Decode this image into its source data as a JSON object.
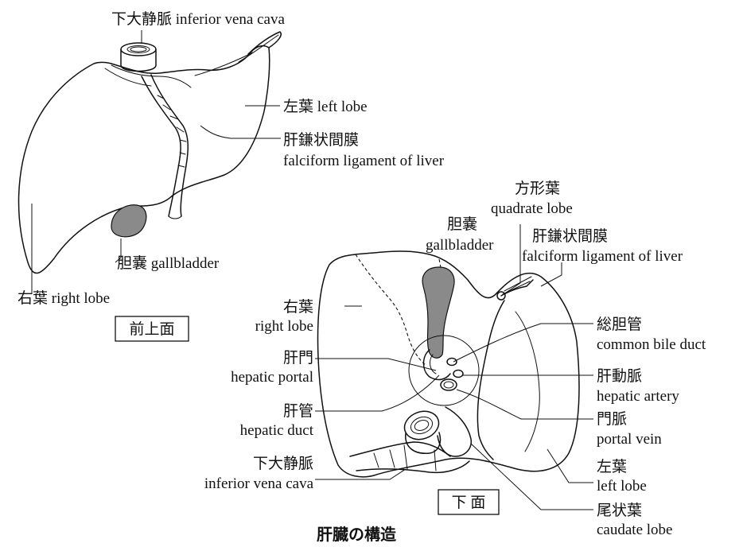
{
  "top_view": {
    "inferior_vena_cava": "下大静脈 inferior vena cava",
    "left_lobe": "左葉 left lobe",
    "falciform_ja": "肝鎌状間膜",
    "falciform_en": "falciform ligament of liver",
    "gallbladder": "胆嚢 gallbladder",
    "right_lobe": "右葉 right lobe",
    "view_label": "前上面"
  },
  "bottom_view": {
    "quadrate_ja": "方形葉",
    "quadrate_en": "quadrate lobe",
    "gallbladder_ja": "胆嚢",
    "gallbladder_en": "gallbladder",
    "falciform_ja": "肝鎌状間膜",
    "falciform_en": "falciform ligament of liver",
    "right_lobe_ja": "右葉",
    "right_lobe_en": "right lobe",
    "common_bile_ja": "総胆管",
    "common_bile_en": "common bile duct",
    "hepatic_portal_ja": "肝門",
    "hepatic_portal_en": "hepatic portal",
    "hepatic_artery_ja": "肝動脈",
    "hepatic_artery_en": "hepatic artery",
    "hepatic_duct_ja": "肝管",
    "hepatic_duct_en": "hepatic duct",
    "portal_vein_ja": "門脈",
    "portal_vein_en": "portal vein",
    "ivc_ja": "下大静脈",
    "ivc_en": "inferior vena cava",
    "left_lobe_ja": "左葉",
    "left_lobe_en": "left lobe",
    "caudate_ja": "尾状葉",
    "caudate_en": "caudate lobe",
    "view_label": "下 面"
  },
  "figure_title": "肝臓の構造"
}
